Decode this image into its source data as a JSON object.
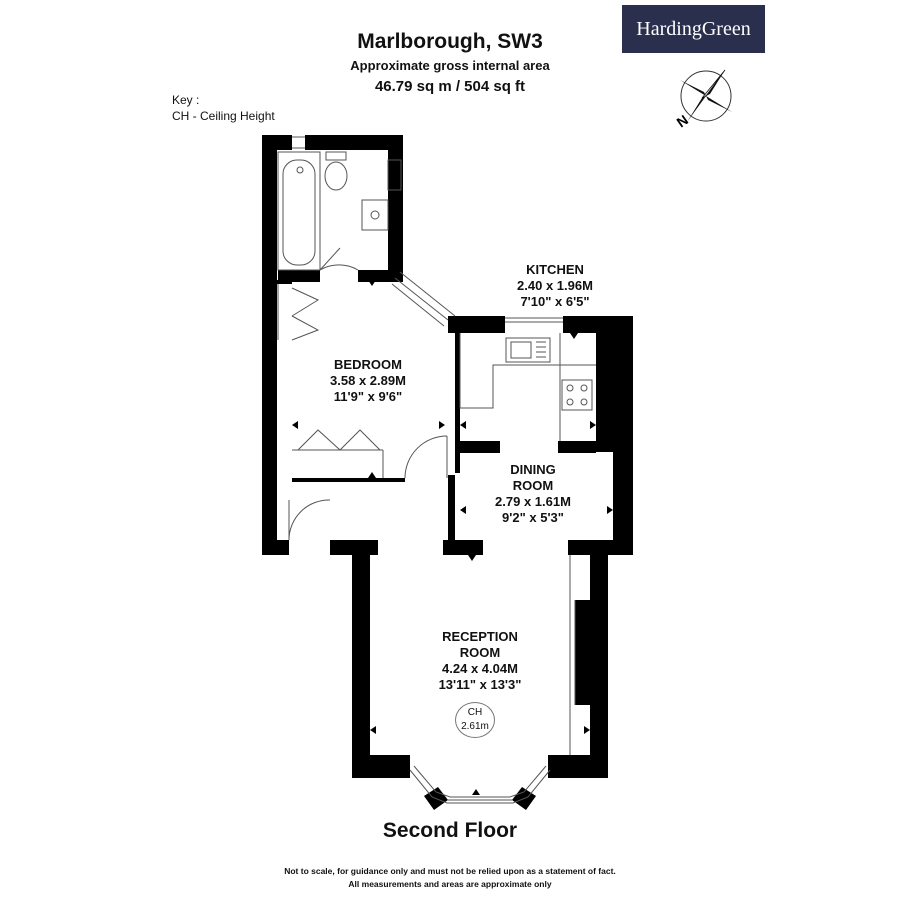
{
  "header": {
    "title": "Marlborough, SW3",
    "subtitle": "Approximate gross internal area",
    "area": "46.79 sq m /  504 sq ft"
  },
  "key": {
    "line1": "Key :",
    "line2": "CH - Ceiling Height"
  },
  "brand": {
    "name": "HardingGreen",
    "color": "#2a2f4d"
  },
  "compass": {
    "label": "N",
    "icon": "compass-rose-icon"
  },
  "rooms": {
    "kitchen": {
      "name": "KITCHEN",
      "metric": "2.40 x 1.96M",
      "imperial": "7'10\" x 6'5\""
    },
    "bedroom": {
      "name": "BEDROOM",
      "metric": "3.58 x 2.89M",
      "imperial": "11'9\" x 9'6\""
    },
    "dining": {
      "name_line1": "DINING",
      "name_line2": "ROOM",
      "metric": "2.79 x 1.61M",
      "imperial": "9'2\" x 5'3\""
    },
    "reception": {
      "name_line1": "RECEPTION",
      "name_line2": "ROOM",
      "metric": "4.24 x 4.04M",
      "imperial": "13'11\" x 13'3\""
    }
  },
  "ceiling": {
    "label": "CH",
    "value": "2.61m"
  },
  "floor_label": "Second Floor",
  "disclaimer": {
    "line1": "Not to scale, for guidance only and must not be relied upon as a statement of fact.",
    "line2": "All measurements and areas are approximate only"
  },
  "colors": {
    "wall": "#000000",
    "line": "#555555"
  }
}
